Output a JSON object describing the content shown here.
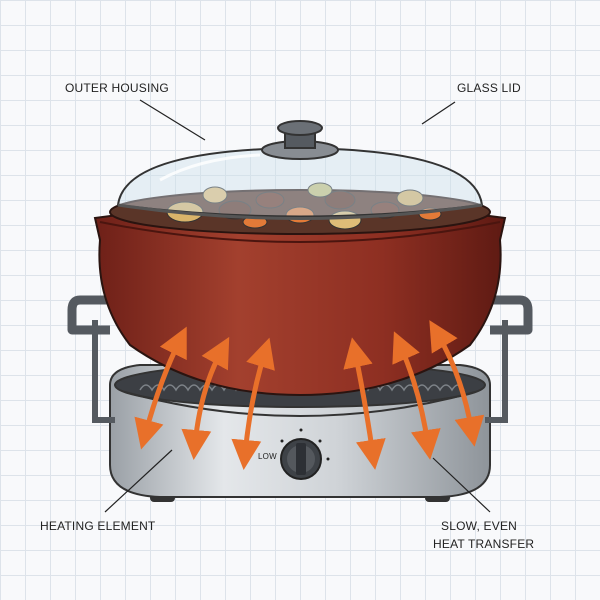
{
  "labels": {
    "outer_housing": "OUTER HOUSING",
    "glass_lid": "GLASS LID",
    "heating_element": "HEATING ELEMENT",
    "heat_transfer_line1": "SLOW, EVEN",
    "heat_transfer_line2": "HEAT TRANSFER"
  },
  "knob": {
    "setting_label": "LOW"
  },
  "colors": {
    "pot": "#8e2f22",
    "heat_arrows": "#e8702a",
    "base": "#c9cdd1",
    "grid": "#dde3ea"
  }
}
